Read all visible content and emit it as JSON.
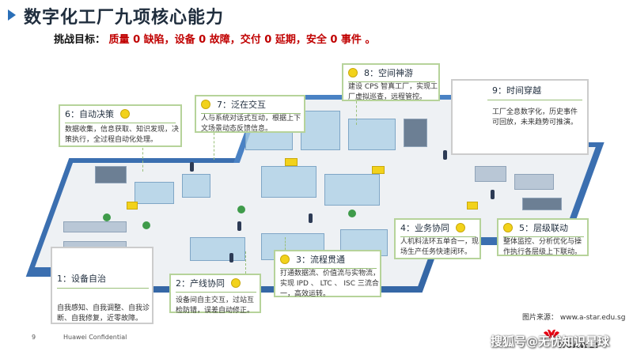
{
  "page": {
    "title": "数字化工厂九项核心能力",
    "goal_label": "挑战目标：",
    "goal_text": "质量 0 缺陷，设备 0 故障，交付 0 延期，安全 0 事件 。"
  },
  "callouts": {
    "c1": {
      "num": "1：",
      "name": "设备自治",
      "body": "自我感知、自我调整、自我诊断、自我修复，近零故障。"
    },
    "c2": {
      "num": "2：",
      "name": "产线协同",
      "body": "设备间自主交互，过站互检防错，误差自动修正。"
    },
    "c3": {
      "num": "3：",
      "name": "流程贯通",
      "body": "打通数据流、价值流与实物流，实现 IPD 、 LTC 、 ISC 三流合一，高效运转。"
    },
    "c4": {
      "num": "4：",
      "name": "业务协同",
      "body": "人机料法环五单合一，现场生产任务快速闭环。"
    },
    "c5": {
      "num": "5：",
      "name": "层级联动",
      "body": "整体监控、分析优化与操作执行各层级上下联动。"
    },
    "c6": {
      "num": "6：",
      "name": "自动决策",
      "body": "数据收集，信息获取、知识发现，决策执行，全过程自动化处理。"
    },
    "c7": {
      "num": "7：",
      "name": "泛在交互",
      "body": "人与系统对话式互动，根据上下文场景动态反馈信息。"
    },
    "c8": {
      "num": "8：",
      "name": "空间神游",
      "body": "建设 CPS 智真工厂，实现工厂虚拟巡查，远程管控。"
    },
    "c9": {
      "num": "9：",
      "name": "时间穿越",
      "body": "工厂全息数字化，历史事件可回放，未来趋势可推演。"
    }
  },
  "footer": {
    "page_number": "9",
    "confidential": "Huawei Confidential",
    "image_source": "图片来源： www.a-star.edu.sg",
    "watermark": "搜狐号@无忧知识星球",
    "brand": "HUAWEI"
  },
  "colors": {
    "title_marker": "#2a6fb8",
    "goal_red": "#c00000",
    "callout_border": "#b6d39a",
    "dot_yellow": "#f2d21b",
    "tab_yellow": "#f5e600",
    "floor_blue": "#3b6fb0",
    "brand_red": "#e60012"
  }
}
